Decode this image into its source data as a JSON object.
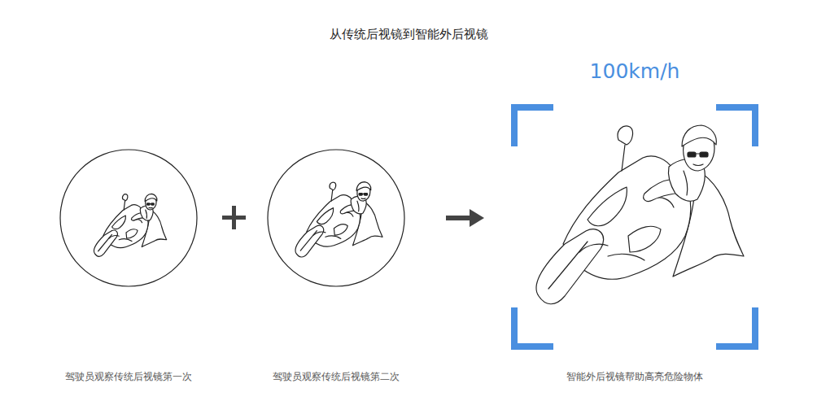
{
  "diagram": {
    "title": "从传统后视镜到智能外后视镜",
    "nodes": [
      {
        "text": [
          "驾驶员观察传统后视镜第一次"
        ]
      },
      {
        "text": [
          "驾驶员观察传统后视镜第二次"
        ]
      },
      {
        "text": [
          "100km/h",
          "智能外后视镜帮助高亮危险物体"
        ]
      }
    ],
    "edges": [
      {
        "from": 1,
        "to": 2,
        "arrow": "to"
      }
    ]
  }
}
